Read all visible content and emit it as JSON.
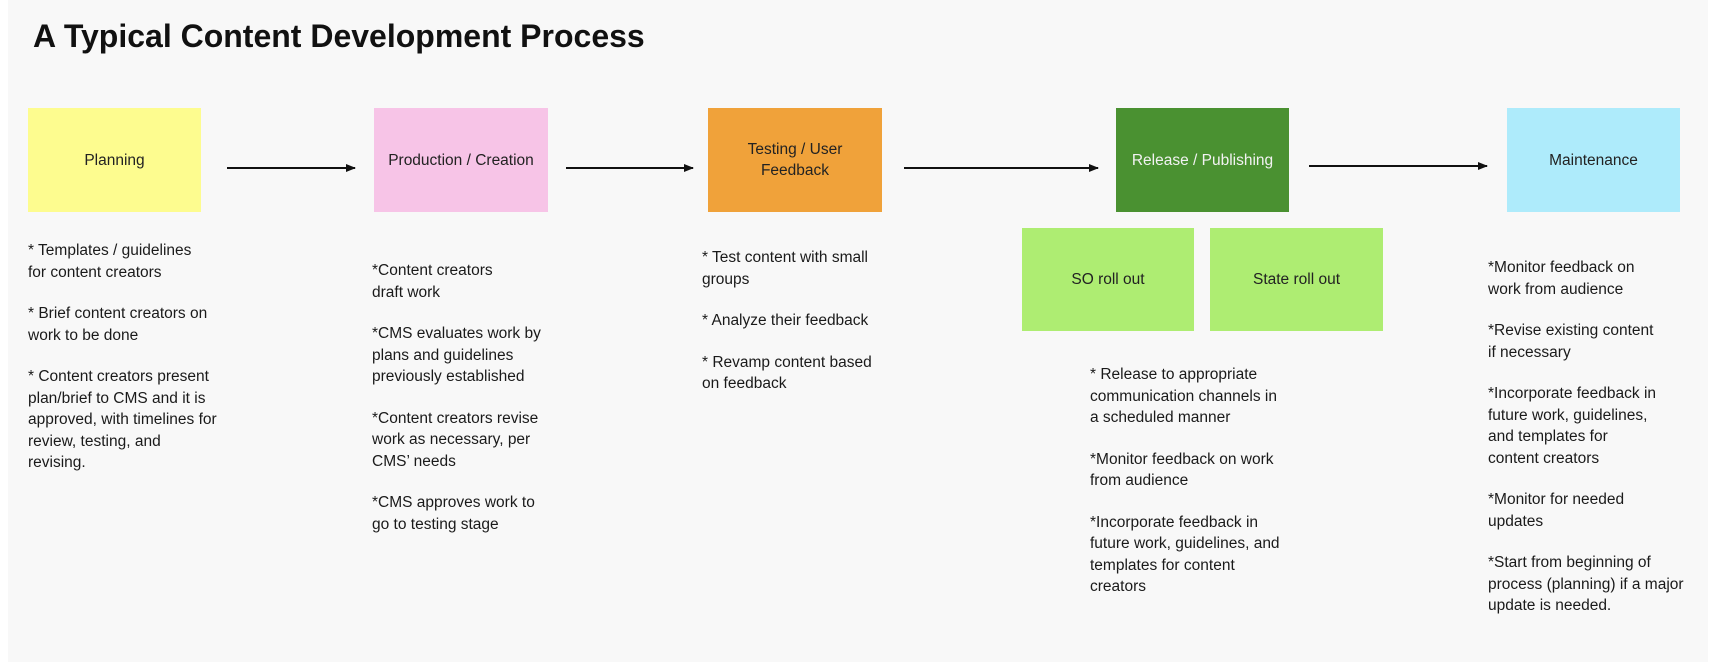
{
  "title": "A Typical Content Development Process",
  "colors": {
    "planning": "#fdfc8f",
    "production": "#f7c4e7",
    "testing": "#f0a23a",
    "release": "#4a9131",
    "rollout": "#aeed72",
    "maintenance": "#aeebfb",
    "arrow": "#111111"
  },
  "stages": {
    "planning": "Planning",
    "production": "Production / Creation",
    "testing": "Testing / User\nFeedback",
    "release": "Release / Publishing",
    "so_rollout": "SO roll out",
    "state_rollout": "State roll out",
    "maintenance": "Maintenance"
  },
  "notes": {
    "planning": [
      "* Templates / guidelines\nfor content creators",
      "* Brief content creators on\nwork to be done",
      "* Content creators present\nplan/brief to CMS and it is\napproved, with timelines for\nreview, testing, and\nrevising."
    ],
    "production": [
      "*Content creators\ndraft work",
      "*CMS evaluates work by\nplans and guidelines\npreviously established",
      "*Content creators revise\nwork as necessary, per\nCMS’ needs",
      "*CMS approves work to\ngo to testing stage"
    ],
    "testing": [
      "* Test content with small\ngroups",
      "* Analyze their feedback",
      "* Revamp content based\non feedback"
    ],
    "release": [
      "* Release to appropriate\ncommunication channels in\na scheduled manner",
      "*Monitor feedback on work\nfrom audience",
      "*Incorporate feedback in\nfuture work, guidelines, and\ntemplates for content\ncreators"
    ],
    "maintenance": [
      "*Monitor feedback on\nwork from audience",
      "*Revise existing content\nif necessary",
      "*Incorporate feedback in\nfuture work, guidelines,\nand templates for\ncontent creators",
      "*Monitor for needed\nupdates",
      "*Start from beginning of\nprocess (planning) if a major\nupdate is needed."
    ]
  }
}
